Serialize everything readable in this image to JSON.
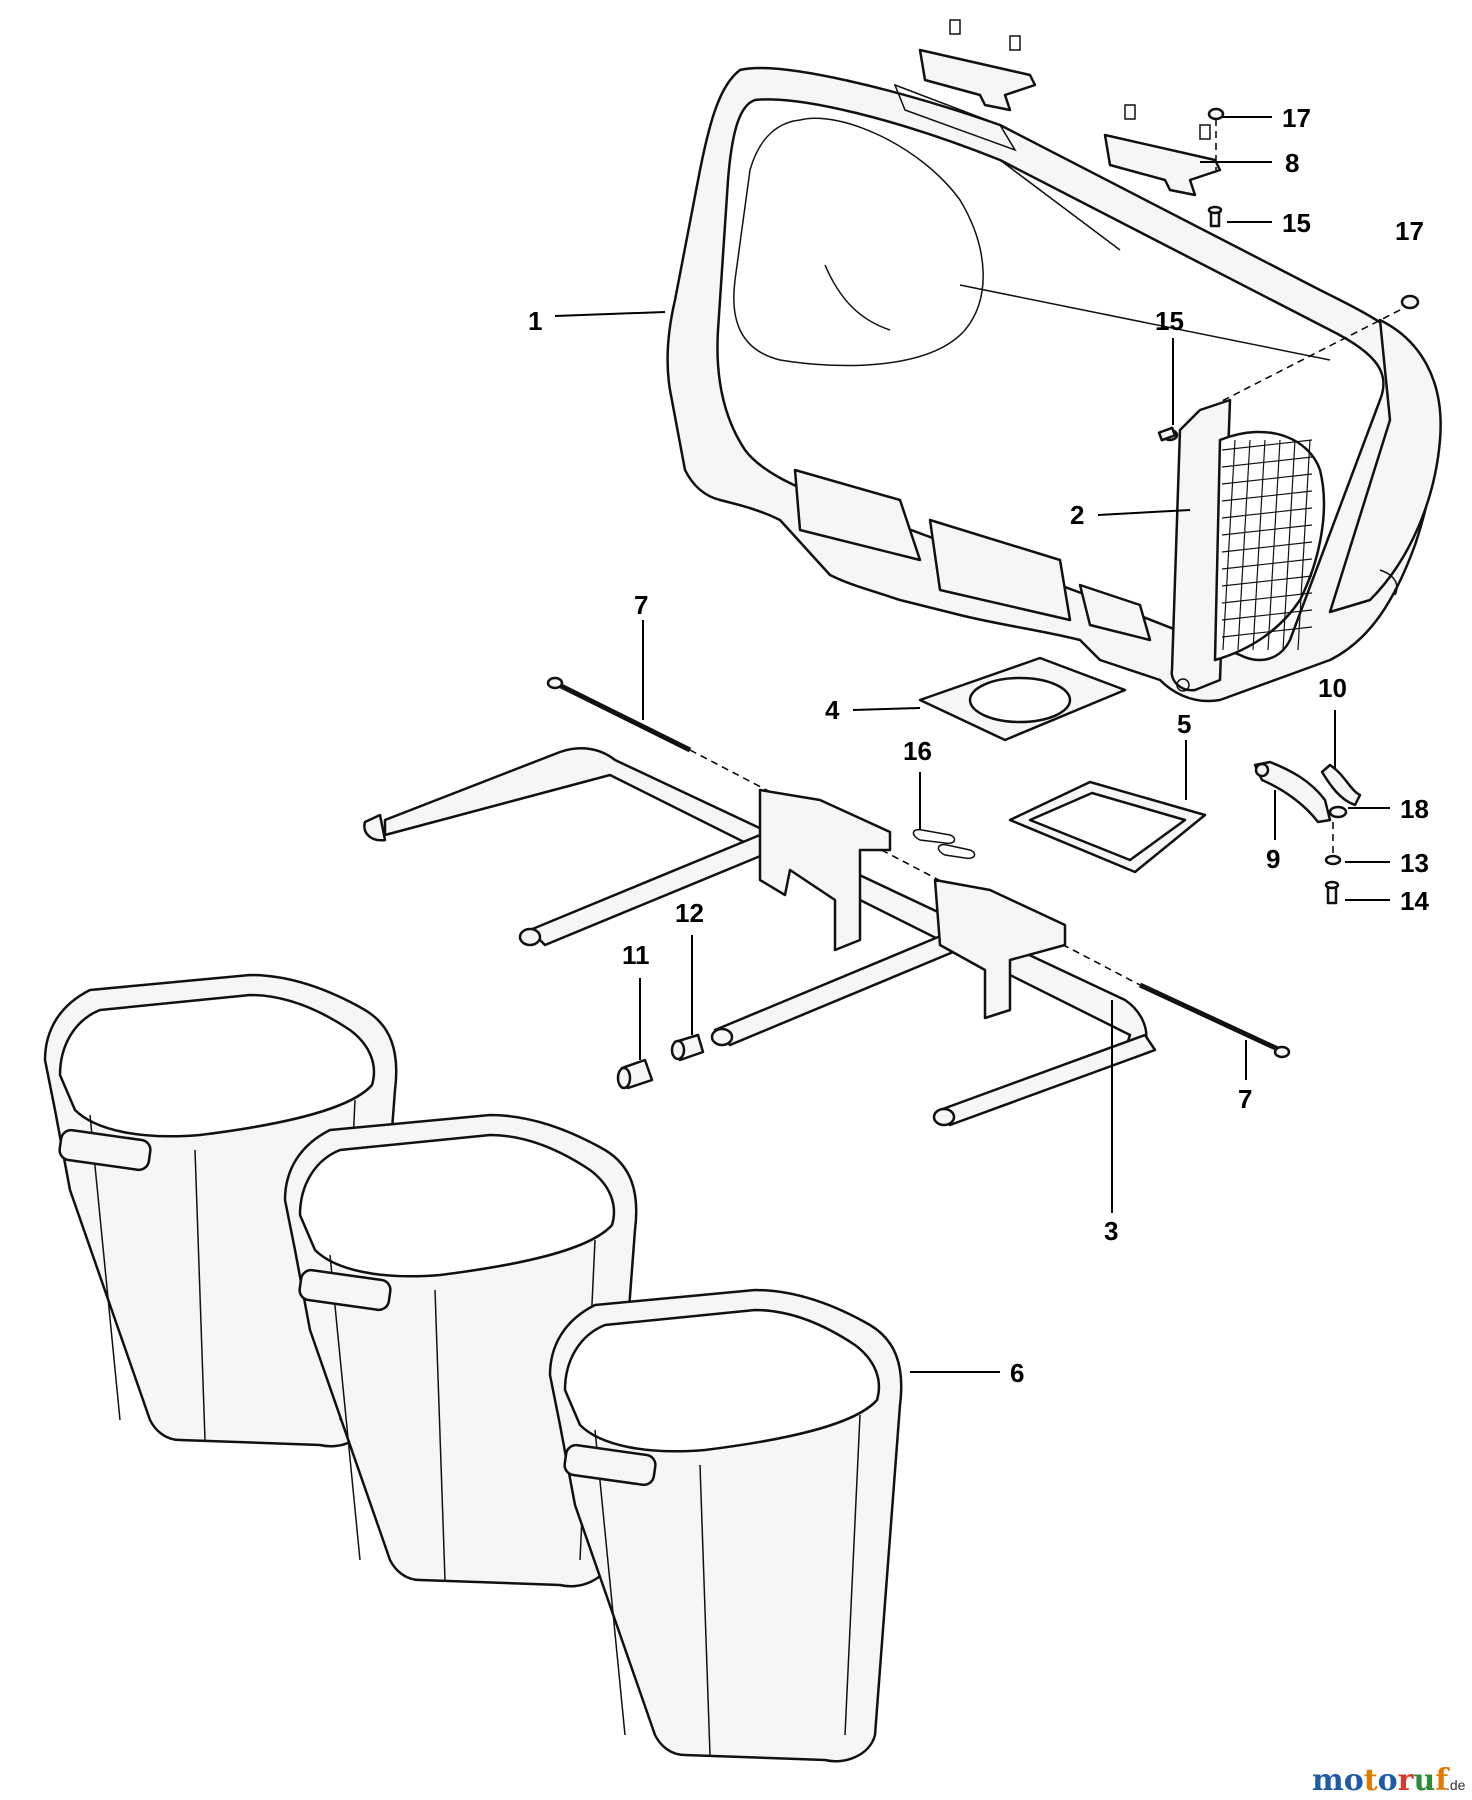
{
  "callouts": [
    {
      "id": "c1",
      "label": "1"
    },
    {
      "id": "c2",
      "label": "2"
    },
    {
      "id": "c3",
      "label": "3"
    },
    {
      "id": "c4",
      "label": "4"
    },
    {
      "id": "c5",
      "label": "5"
    },
    {
      "id": "c6",
      "label": "6"
    },
    {
      "id": "c7a",
      "label": "7"
    },
    {
      "id": "c7b",
      "label": "7"
    },
    {
      "id": "c8",
      "label": "8"
    },
    {
      "id": "c9",
      "label": "9"
    },
    {
      "id": "c10",
      "label": "10"
    },
    {
      "id": "c11",
      "label": "11"
    },
    {
      "id": "c12",
      "label": "12"
    },
    {
      "id": "c13",
      "label": "13"
    },
    {
      "id": "c14",
      "label": "14"
    },
    {
      "id": "c15a",
      "label": "15"
    },
    {
      "id": "c15b",
      "label": "15"
    },
    {
      "id": "c16",
      "label": "16"
    },
    {
      "id": "c17a",
      "label": "17"
    },
    {
      "id": "c17b",
      "label": "17"
    },
    {
      "id": "c18",
      "label": "18"
    }
  ],
  "watermark": {
    "letters": [
      "m",
      "o",
      "t",
      "o",
      "r",
      "u",
      "f"
    ],
    "tld": ".de",
    "letter_colors": [
      "#1e5aa8",
      "#1e5aa8",
      "#e07b00",
      "#1e5aa8",
      "#d33a2c",
      "#2e8b3a",
      "#e07b00"
    ]
  }
}
